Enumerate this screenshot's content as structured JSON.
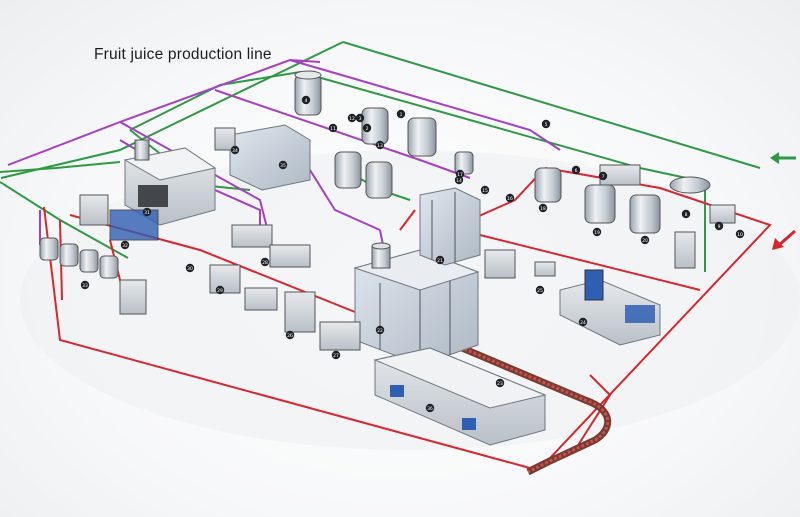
{
  "title": "Fruit juice production line",
  "colors": {
    "line_green": "#2f9a45",
    "line_red": "#d9262e",
    "line_purple": "#a63fc4",
    "steel": "#c9cfd6",
    "dark_panel": "#2b2f34",
    "blue_accent": "#2f5fb3"
  },
  "flow_arrows": [
    {
      "name": "inlet-arrow",
      "color": "green",
      "direction": "left"
    },
    {
      "name": "outlet-arrow",
      "color": "red",
      "direction": "down-left"
    }
  ],
  "equipment_markers": [
    "1",
    "2",
    "3",
    "4",
    "5",
    "6",
    "7",
    "8",
    "9",
    "10",
    "11",
    "12",
    "13",
    "14",
    "15",
    "16",
    "17",
    "18",
    "19",
    "20",
    "21",
    "22",
    "23",
    "24",
    "25",
    "26",
    "27",
    "28",
    "29",
    "30",
    "31",
    "32",
    "33",
    "34",
    "35",
    "36"
  ]
}
